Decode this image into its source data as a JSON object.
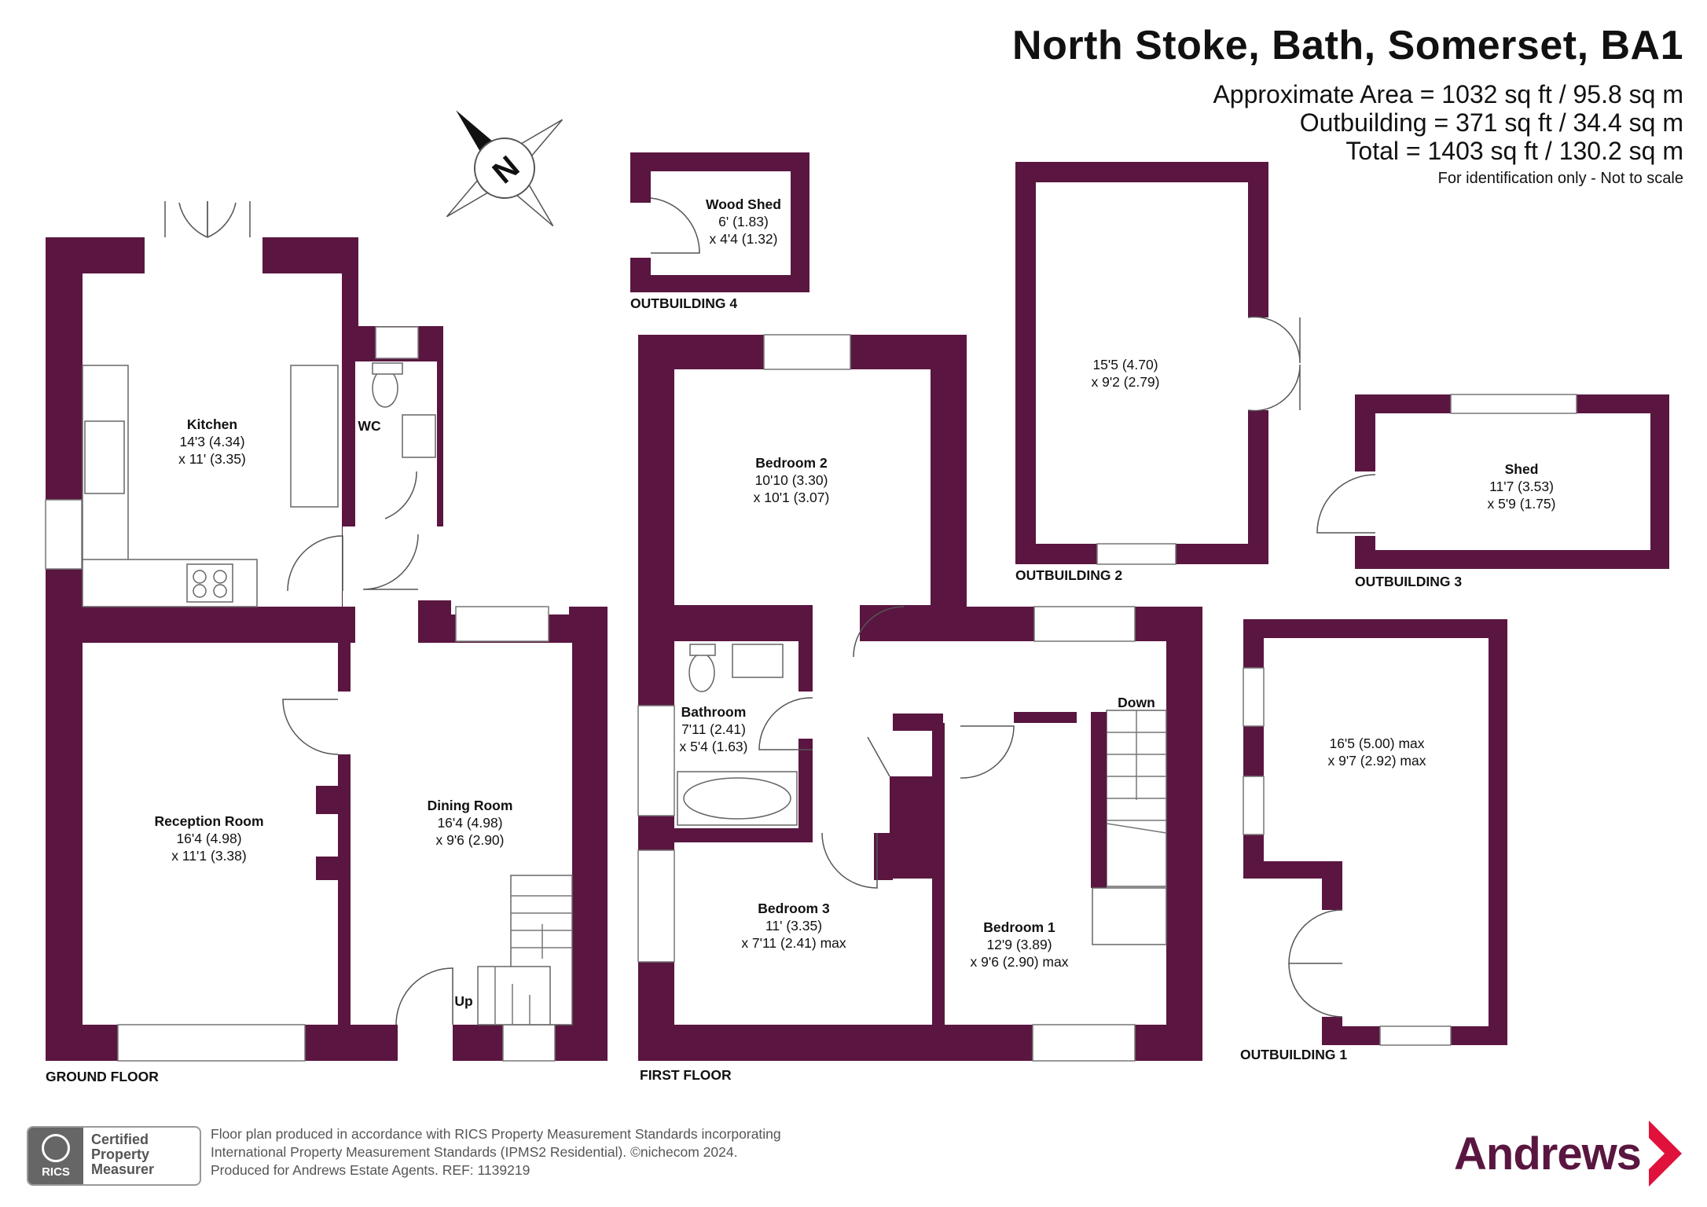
{
  "title": "North Stoke, Bath, Somerset, BA1",
  "areas": {
    "approximate": "Approximate Area = 1032 sq ft / 95.8 sq m",
    "outbuilding": "Outbuilding = 371 sq ft / 34.4 sq m",
    "total": "Total = 1403 sq ft / 130.2 sq m",
    "note": "For identification only - Not to scale"
  },
  "compass": {
    "letter": "N"
  },
  "floors": {
    "ground": "GROUND FLOOR",
    "first": "FIRST FLOOR",
    "outbuilding1": "OUTBUILDING 1",
    "outbuilding2": "OUTBUILDING 2",
    "outbuilding3": "OUTBUILDING 3",
    "outbuilding4": "OUTBUILDING 4"
  },
  "rooms": {
    "kitchen": {
      "name": "Kitchen",
      "dim1": "14'3 (4.34)",
      "dim2": "x 11' (3.35)"
    },
    "wc": {
      "name": "WC"
    },
    "reception": {
      "name": "Reception Room",
      "dim1": "16'4 (4.98)",
      "dim2": "x 11'1 (3.38)"
    },
    "dining": {
      "name": "Dining Room",
      "dim1": "16'4 (4.98)",
      "dim2": "x 9'6 (2.90)"
    },
    "up": "Up",
    "bedroom2": {
      "name": "Bedroom 2",
      "dim1": "10'10 (3.30)",
      "dim2": "x 10'1 (3.07)"
    },
    "bathroom": {
      "name": "Bathroom",
      "dim1": "7'11 (2.41)",
      "dim2": "x 5'4 (1.63)"
    },
    "bedroom3": {
      "name": "Bedroom 3",
      "dim1": "11' (3.35)",
      "dim2": "x 7'11 (2.41)  max"
    },
    "bedroom1": {
      "name": "Bedroom 1",
      "dim1": "12'9 (3.89)",
      "dim2": "x 9'6 (2.90) max"
    },
    "down": "Down",
    "woodshed": {
      "name": "Wood Shed",
      "dim1": "6' (1.83)",
      "dim2": "x 4'4 (1.32)"
    },
    "out2": {
      "dim1": "15'5 (4.70)",
      "dim2": "x 9'2 (2.79)"
    },
    "shed": {
      "name": "Shed",
      "dim1": "11'7 (3.53)",
      "dim2": "x 5'9 (1.75)"
    },
    "out1": {
      "dim1": "16'5 (5.00) max",
      "dim2": "x 9'7 (2.92)  max"
    }
  },
  "footer": {
    "line1": "Floor plan produced in accordance with RICS Property Measurement Standards incorporating",
    "line2": "International Property Measurement Standards (IPMS2 Residential).  ©nichecom 2024.",
    "line3": "Produced for Andrews Estate Agents.   REF:   1139219",
    "rics_logo": "RICS",
    "cert1": "Certified",
    "cert2": "Property",
    "cert3": "Measurer",
    "brand": "Andrews"
  },
  "colors": {
    "wall": "#5a1640",
    "brand": "#5a1640",
    "chevron": "#e0123b"
  }
}
